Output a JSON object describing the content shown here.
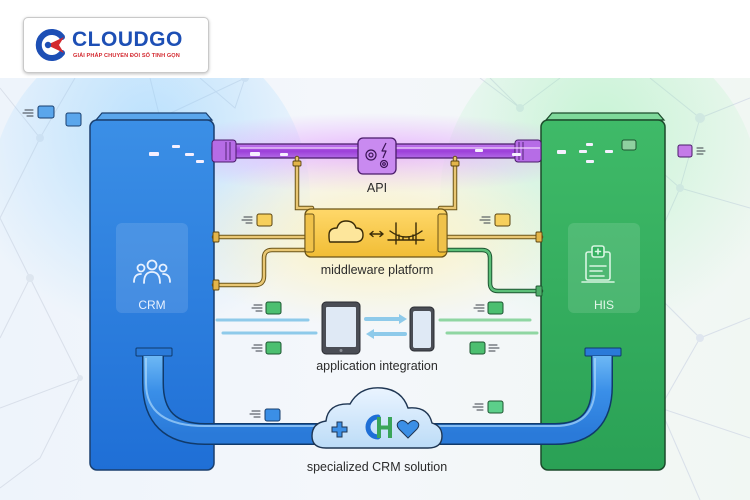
{
  "brand": {
    "name": "CLOUDGO",
    "tagline": "GIẢI PHÁP CHUYỂN ĐỔI SỐ TINH GỌN",
    "colors": {
      "primary": "#1d4fb5",
      "accent": "#d3282f"
    }
  },
  "diagram": {
    "left_system": {
      "label": "CRM",
      "icon": "users-icon",
      "color": "#2d7fe0"
    },
    "right_system": {
      "label": "HIS",
      "icon": "hospital-clipboard-icon",
      "color": "#2fae5c"
    },
    "connectors": [
      {
        "label": "API",
        "icon": "gears-lightning-icon",
        "color": "#a35ad6"
      },
      {
        "label": "middleware platform",
        "icon": "cloud-bridge-icon",
        "color": "#f2c94c"
      },
      {
        "label": "application integration",
        "icon": "tablet-phone-icon",
        "color": "#6bb8e0"
      },
      {
        "label": "specialized CRM solution",
        "icon": "cloud-ch-icon",
        "color": "#3b8fe6"
      }
    ]
  }
}
